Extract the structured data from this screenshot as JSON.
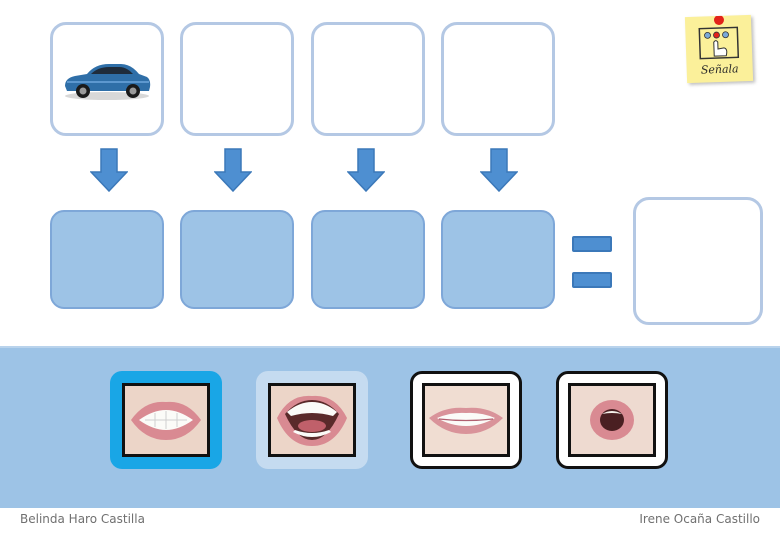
{
  "sticker": {
    "label": "Señala",
    "icon": "pointing-hand-icon"
  },
  "top_cards": [
    {
      "icon": "car-icon"
    },
    {
      "icon": ""
    },
    {
      "icon": ""
    },
    {
      "icon": ""
    }
  ],
  "result_card": {
    "icon": ""
  },
  "options": [
    {
      "icon": "mouth-teeth-clenched",
      "selected": true
    },
    {
      "icon": "mouth-open-wide"
    },
    {
      "icon": "mouth-smile-teeth"
    },
    {
      "icon": "mouth-round-o"
    }
  ],
  "footer": {
    "left_author": "Belinda Haro Castilla",
    "right_author": "Irene Ocaña Castillo"
  },
  "colors": {
    "slot_fill": "#9dc3e6",
    "arrow": "#4e8fd1",
    "band": "#9dc3e6",
    "selected_frame": "#19a6e6"
  }
}
